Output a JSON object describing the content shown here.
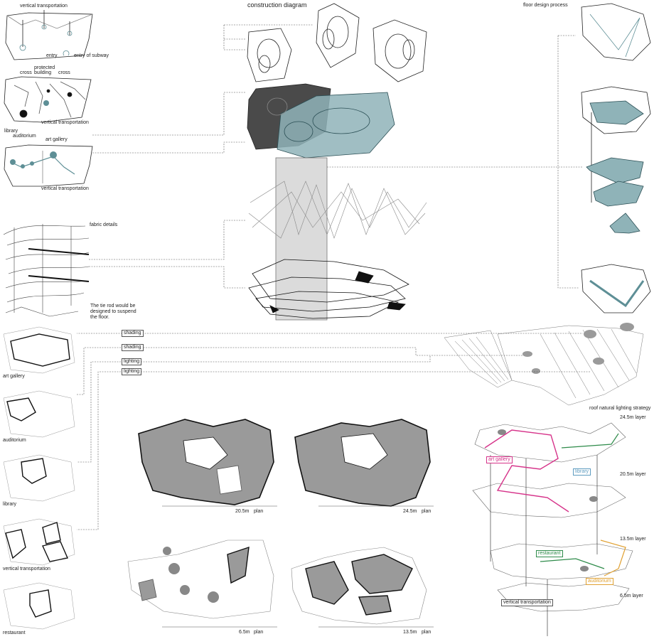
{
  "titles": {
    "construction": "construction diagram",
    "floor_design": "floor design process",
    "roof_lighting": "roof natural lighting strategy"
  },
  "site": {
    "vertical_transportation_1": "vertical transportation",
    "entry": "entry",
    "entry_subway": "entry of subway",
    "protected": "protected",
    "building": "building",
    "cross_left": "cross",
    "cross_right": "cross",
    "vertical_transportation_2": "vertical transportation",
    "library": "library",
    "auditorium": "auditorium",
    "art_gallery": "art gallery",
    "vertical_transportation_3": "vertical transportation"
  },
  "fabric": {
    "label": "fabric details",
    "note_1": "The tie rod would be",
    "note_2": "designed to suspend",
    "note_3": "the floor."
  },
  "roof_tags": [
    "shading",
    "shading",
    "lighting",
    "lighting"
  ],
  "programs": [
    "art gallery",
    "auditorium",
    "library",
    "vertical transportation",
    "restaurant"
  ],
  "plans": [
    {
      "level": "20.5m",
      "word": "plan"
    },
    {
      "level": "24.5m",
      "word": "plan"
    },
    {
      "level": "6.5m",
      "word": "plan"
    },
    {
      "level": "13.5m",
      "word": "plan"
    }
  ],
  "layers": [
    "24.5m layer",
    "20.5m layer",
    "13.5m layer",
    "6.5m layer"
  ],
  "axo_tags": {
    "art_gallery": "art gallery",
    "library": "library",
    "restaurant": "restaurant",
    "auditorium": "auditorium",
    "vertical_transportation": "vertical transportation"
  },
  "colors": {
    "teal": "#5e8f96",
    "teal_fill": "#8fb3b8",
    "dark_fill": "#4a4a4a",
    "grey_fill": "#9a9a9a",
    "magenta": "#d6338a",
    "green": "#2e8b4a",
    "orange": "#e0a030",
    "blue": "#5e9cc0"
  }
}
